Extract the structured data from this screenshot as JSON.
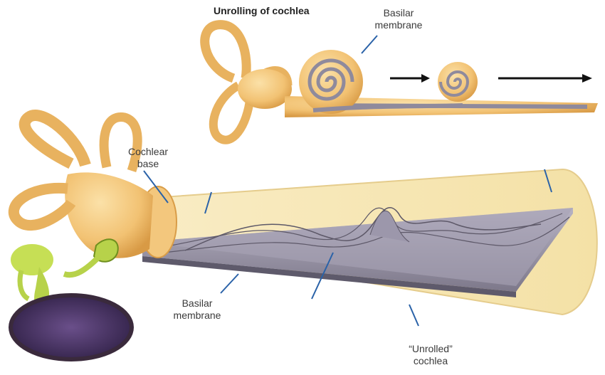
{
  "title": "Unrolling of cochlea",
  "labels": {
    "basilar_top": "Basilar\nmembrane",
    "cochlear_base": "Cochlear\nbase",
    "basilar_bottom": "Basilar\nmembrane",
    "unrolled": "“Unrolled”\ncochlea"
  },
  "colors": {
    "bone": "#f3c77d",
    "bone_dark": "#d99d48",
    "membrane": "#8f8a9c",
    "cone": "#f6e8b8",
    "leader": "#2a62a8",
    "ossicle": "#b7d24a",
    "eardrum": "#4b3366"
  }
}
